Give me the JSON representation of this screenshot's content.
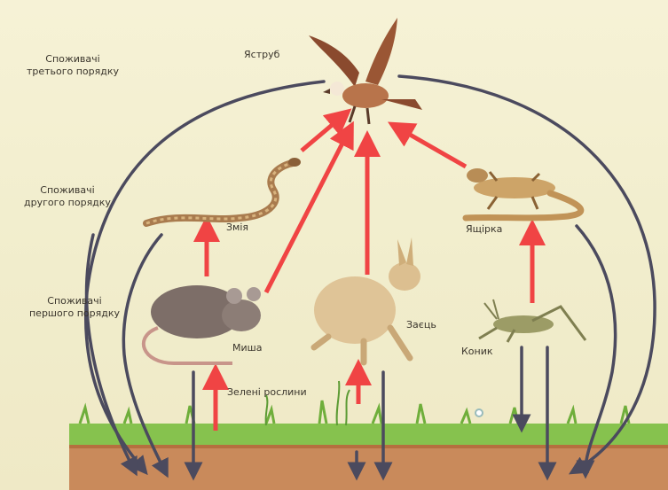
{
  "tiers": {
    "third": [
      "Споживачі",
      "третього порядку"
    ],
    "second": [
      "Споживачі",
      "другого порядку"
    ],
    "first": [
      "Споживачі",
      "першого порядку"
    ]
  },
  "organisms": {
    "hawk": "Яструб",
    "snake": "Змія",
    "lizard": "Ящірка",
    "mouse": "Миша",
    "hare": "Заєць",
    "grasshopper": "Коник",
    "plants": "Зелені рослини"
  },
  "colors": {
    "feeding_arrow": "#f04444",
    "decomposition_arrow": "#4b4a5e",
    "grass": "#86c24e",
    "soil": "#c98a5b"
  },
  "icons": {
    "hawk": "hawk-illustration",
    "snake": "snake-illustration",
    "lizard": "lizard-illustration",
    "mouse": "mouse-illustration",
    "hare": "hare-illustration",
    "grasshopper": "grasshopper-illustration"
  }
}
